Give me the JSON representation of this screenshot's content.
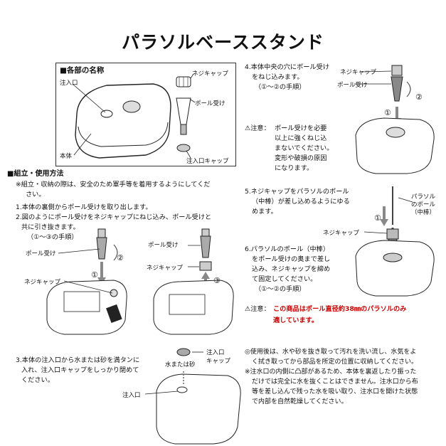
{
  "title": "パラソルベーススタンド",
  "parts": {
    "heading": "■各部の名称",
    "labels": {
      "inlet": "注入口",
      "body": "本体",
      "screw_cap": "ネジキャップ",
      "pole_receiver": "ポール受け",
      "inlet_cap": "注入口キャップ"
    }
  },
  "assembly": {
    "heading": "■組立・使用方法",
    "note": [
      "※組立・収納の際は、安全のため軍手等を着用するようにしてくだ",
      "さい。"
    ],
    "step1": "1.本体の裏側からポール受けを取り出します。",
    "step2": [
      "2.図のようにポール受けをネジキャップにねじ込み、ポール受けと",
      "共に引き抜きます。",
      "（①～③の手順）"
    ],
    "step2_labels": {
      "pole_receiver_a": "ポール受け",
      "screw_cap_a": "ネジキャップ",
      "pole_receiver_b": "ポール受け",
      "screw_cap_b": "ネジキャップ",
      "n1": "①",
      "n2": "②",
      "n3": "③"
    },
    "step3": [
      "3.本体の注入口から水または砂を満タンに",
      "入れ、注入口キャップをしっかり閉めて",
      "ください。"
    ],
    "step3_labels": {
      "inlet_cap": [
        "注入口",
        "キャップ"
      ],
      "water_sand": "水または砂",
      "inlet": "注入口"
    }
  },
  "right": {
    "step4": [
      "4.本体中央の穴にポール受け",
      "をねじ込みます。",
      "（①～②の手順）"
    ],
    "step4_labels": {
      "screw_cap": "ネジキャップ",
      "pole_receiver": "ポール受け",
      "n1": "①",
      "n2": "②"
    },
    "caution1_head": "⚠注意：",
    "caution1": [
      "ポール受けを必要",
      "以上に強くねじ込",
      "まないでください。",
      "変形や破損の原因",
      "になります。"
    ],
    "step5": [
      "5.ネジキャップをパラソルのポール",
      "（中棒）が差し込めるようにゆる",
      "めます。"
    ],
    "step5_labels": {
      "parasol_pole": [
        "パラソル",
        "のポール",
        "（中棒）"
      ],
      "screw_cap": "ネジキャップ",
      "n1": "①"
    },
    "step6": [
      "6.パラソルのポール（中棒）",
      "をポール受けの奥まで差し",
      "込み、ネジキャップを締め",
      "て固定してください。",
      "（①～②の手順）"
    ],
    "caution2_head": "⚠注意：",
    "caution2": [
      "この商品はポール直径約38㎜のパラソルのみ",
      "適しています。"
    ],
    "usage": [
      "◎使用後は、水や砂を抜き取って汚れを洗い流し、水気をよ",
      "く拭き取ってから部品を所定の位置に収納してください。",
      "※注水口の内側に凸部があるため、本体を裏返したり振った",
      "だけでは完全に水を抜くことはできません。注水口から布",
      "等を差し込んで残った水を吸い取り、注水口を開けた状態",
      "で内部を自然乾燥してください。"
    ]
  }
}
